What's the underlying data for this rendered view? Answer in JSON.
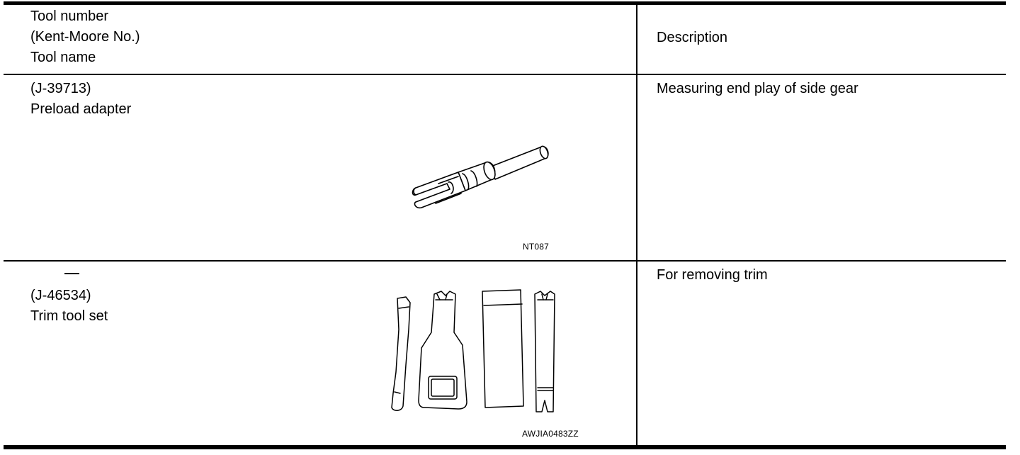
{
  "header": {
    "tool_column": [
      "Tool number",
      "(Kent-Moore No.)",
      "Tool name"
    ],
    "description_column": "Description"
  },
  "rows": [
    {
      "tool_number": "",
      "kent_moore": "(J-39713)",
      "tool_name": "Preload adapter",
      "figure_code": "NT087",
      "figure_icon": "preload-adapter-illustration",
      "description": "Measuring end play of side gear"
    },
    {
      "tool_number": "—",
      "kent_moore": "(J-46534)",
      "tool_name": "Trim tool set",
      "figure_code": "AWJIA0483ZZ",
      "figure_icon": "trim-tool-set-illustration",
      "description": "For removing trim"
    }
  ]
}
